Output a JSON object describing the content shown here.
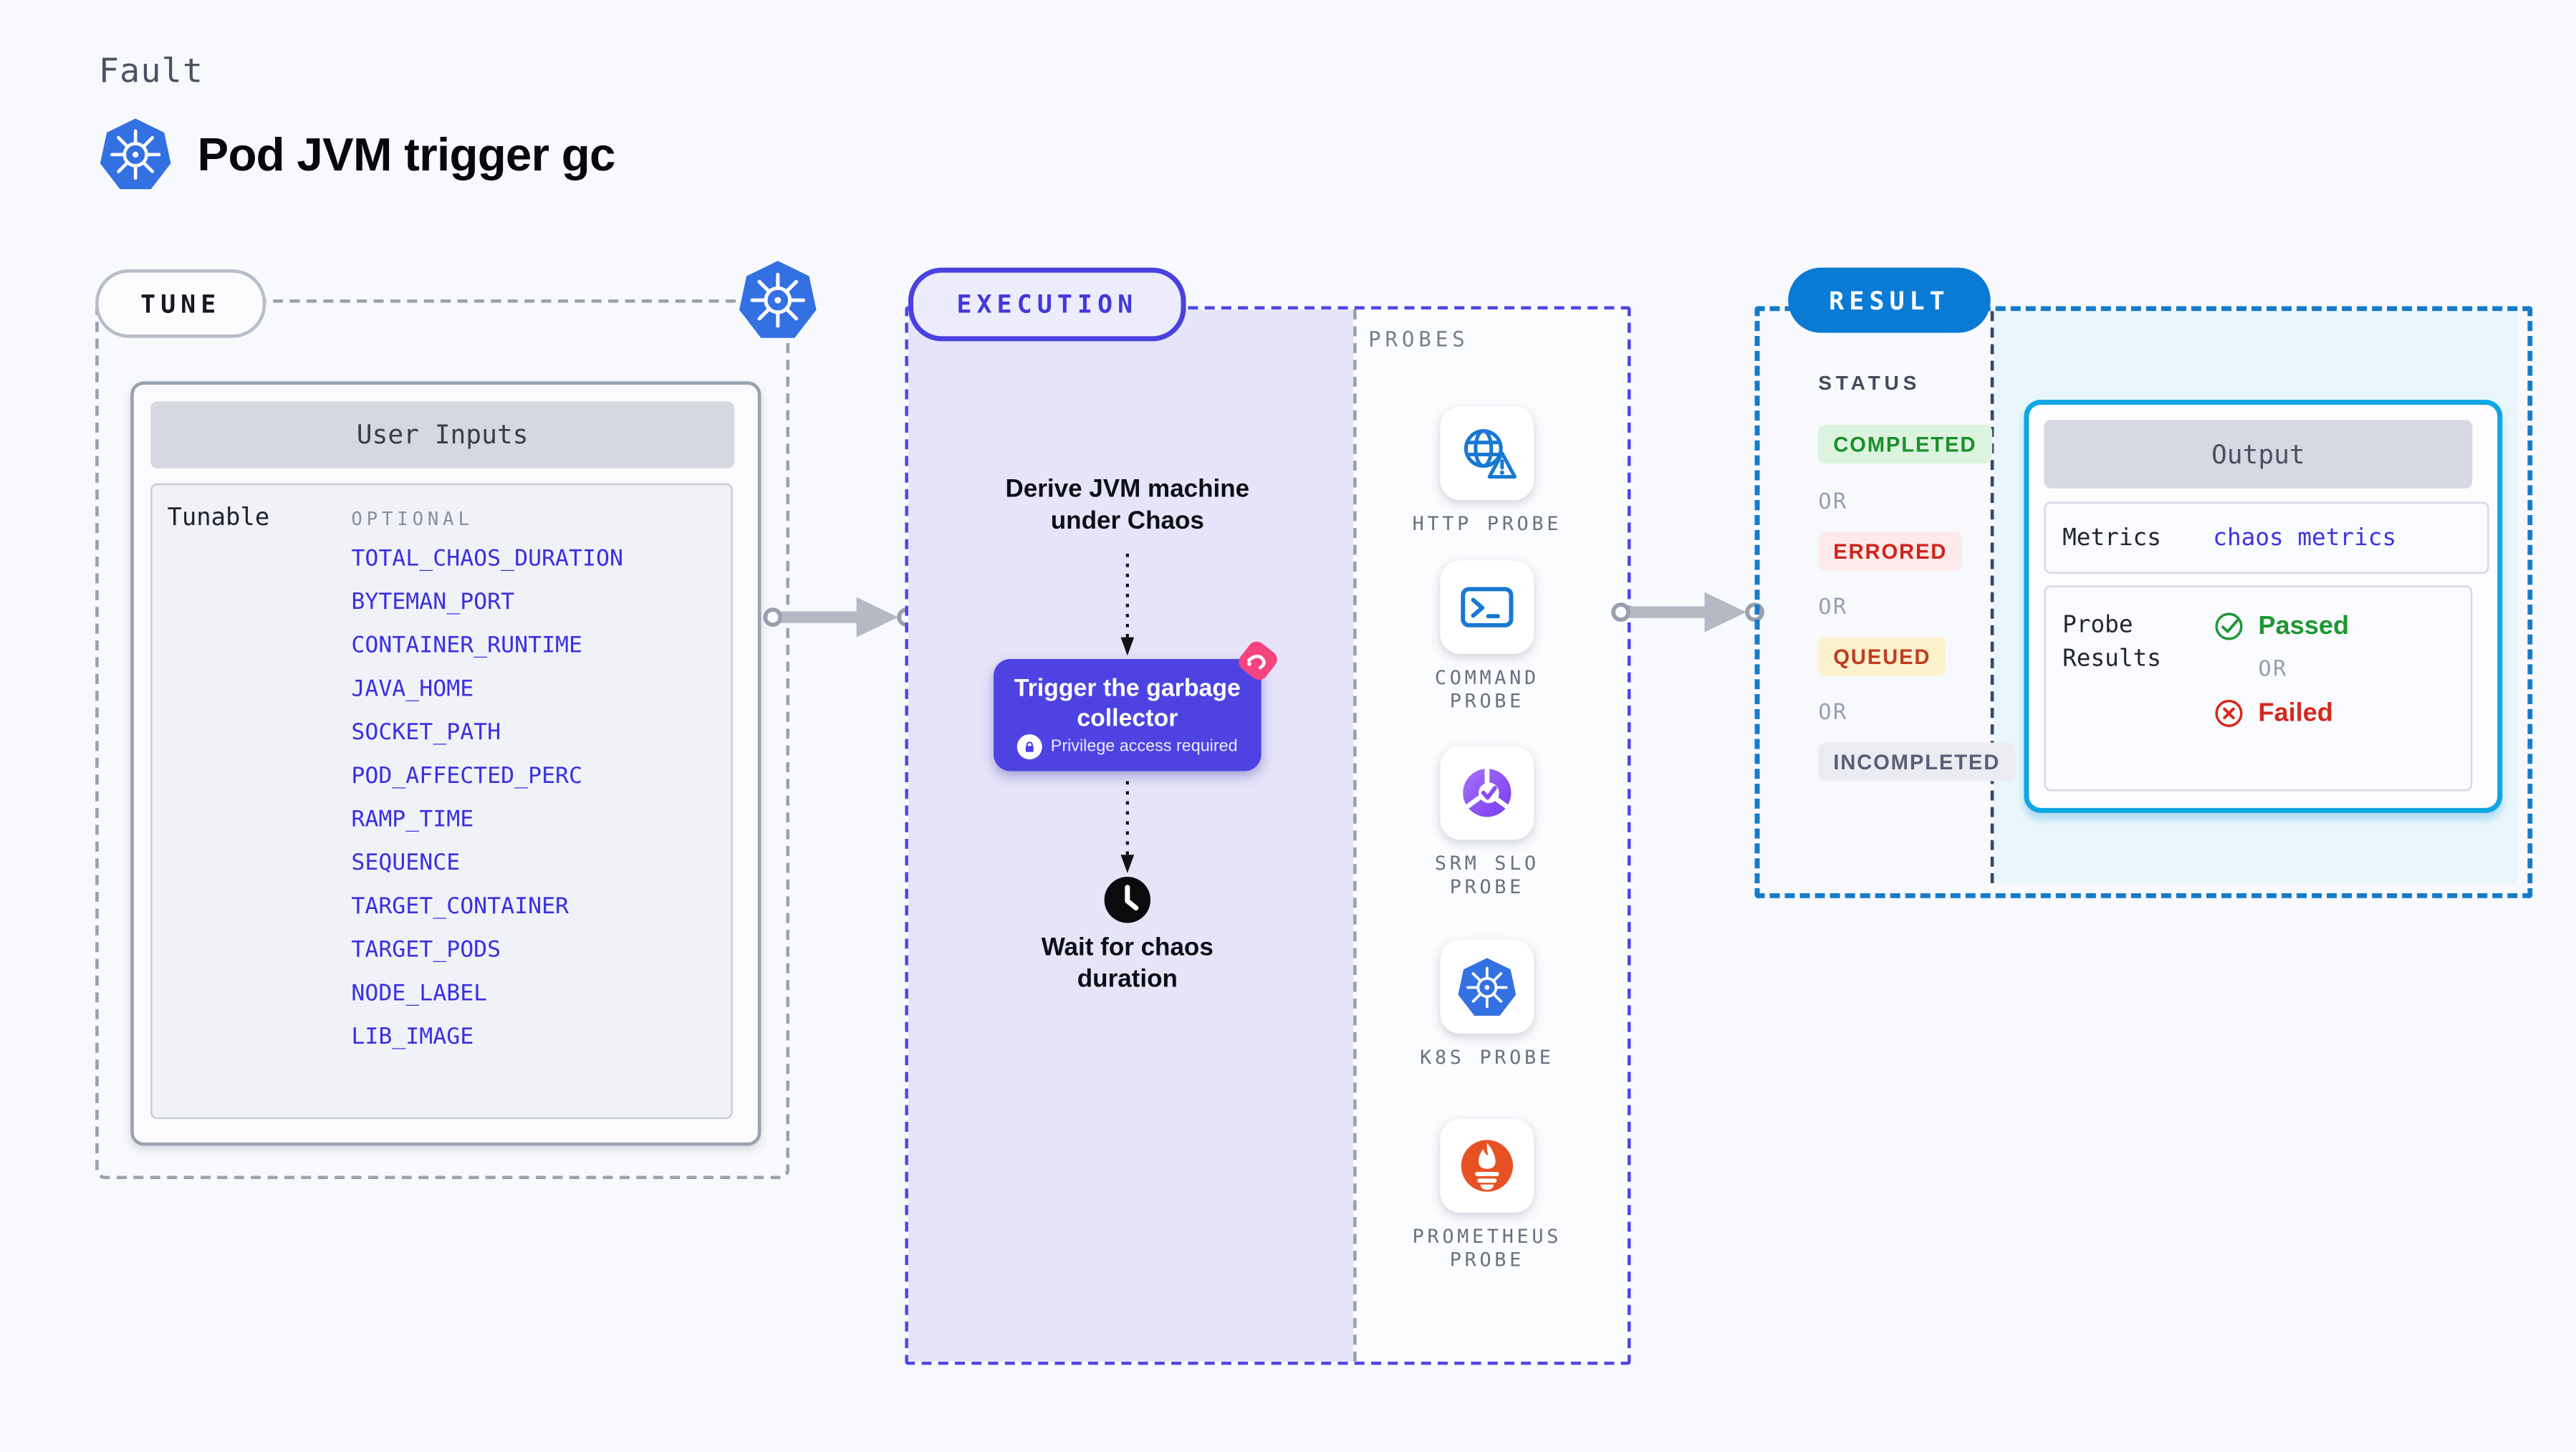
{
  "header": {
    "eyebrow": "Fault",
    "title": "Pod JVM trigger gc"
  },
  "tune": {
    "label": "TUNE",
    "card_title": "User Inputs",
    "group_label": "Tunable",
    "optional_label": "OPTIONAL",
    "items": [
      "TOTAL_CHAOS_DURATION",
      "BYTEMAN_PORT",
      "CONTAINER_RUNTIME",
      "JAVA_HOME",
      "SOCKET_PATH",
      "POD_AFFECTED_PERC",
      "RAMP_TIME",
      "SEQUENCE",
      "TARGET_CONTAINER",
      "TARGET_PODS",
      "NODE_LABEL",
      "LIB_IMAGE"
    ]
  },
  "execution": {
    "label": "EXECUTION",
    "derive_text": "Derive JVM machine under Chaos",
    "action_title": "Trigger the garbage collector",
    "action_note": "Privilege access required",
    "wait_text": "Wait for chaos duration"
  },
  "probes": {
    "label": "PROBES",
    "items": [
      {
        "name": "http-probe",
        "line1": "HTTP PROBE",
        "line2": ""
      },
      {
        "name": "command-probe",
        "line1": "COMMAND",
        "line2": "PROBE"
      },
      {
        "name": "srm-slo-probe",
        "line1": "SRM SLO",
        "line2": "PROBE"
      },
      {
        "name": "k8s-probe",
        "line1": "K8S PROBE",
        "line2": ""
      },
      {
        "name": "prometheus-probe",
        "line1": "PROMETHEUS",
        "line2": "PROBE"
      }
    ]
  },
  "result": {
    "label": "RESULT",
    "status_label": "STATUS",
    "or_label": "OR",
    "statuses": [
      "COMPLETED",
      "ERRORED",
      "QUEUED",
      "INCOMPLETED"
    ],
    "output": {
      "title": "Output",
      "metrics_label": "Metrics",
      "metrics_value": "chaos metrics",
      "probe_results_label": "Probe Results",
      "passed": "Passed",
      "failed": "Failed"
    }
  },
  "colors": {
    "indigo_accent": "#4f46e5",
    "link_blue": "#3b2fe2",
    "result_blue": "#0a7bd4",
    "cyan_border": "#0fa6e3",
    "passed_green": "#1d9733",
    "failed_red": "#d6281c",
    "queued_yellow_bg": "#fbf2cc",
    "pink_badge": "#f5437e",
    "prometheus_orange": "#e75225",
    "k8s_blue": "#3371e3"
  }
}
